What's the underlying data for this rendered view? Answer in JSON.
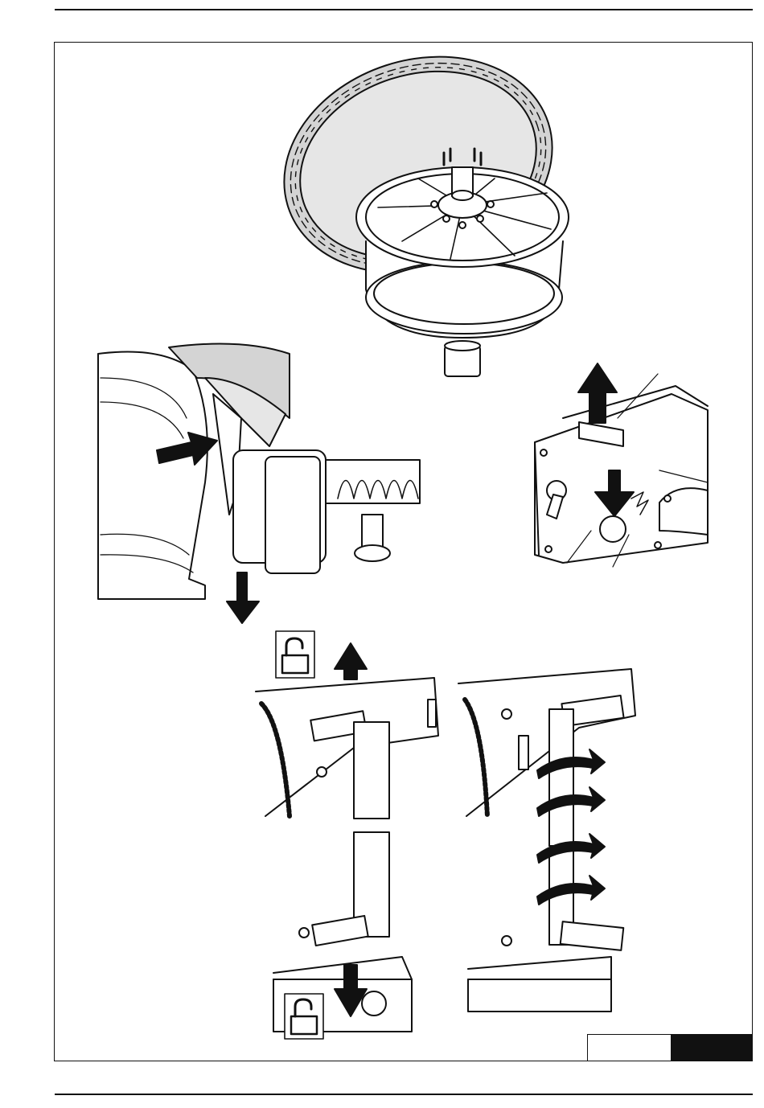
{
  "document": {
    "figure_groups": [
      {
        "id": "wheel-mounted",
        "labels": []
      },
      {
        "id": "bead-breaker-arm",
        "labels": []
      },
      {
        "id": "control-lever-detail",
        "labels": []
      },
      {
        "id": "locking-sequence",
        "labels": []
      }
    ]
  },
  "colors": {
    "line": "#111111",
    "fill": "#ffffff",
    "shade": "#cfcfcf",
    "footer_tab": "#111111"
  },
  "icons": [
    "padlock-open-icon",
    "arrow-up-icon",
    "arrow-down-icon",
    "arrow-right-icon",
    "rotate-arrow-icon"
  ]
}
